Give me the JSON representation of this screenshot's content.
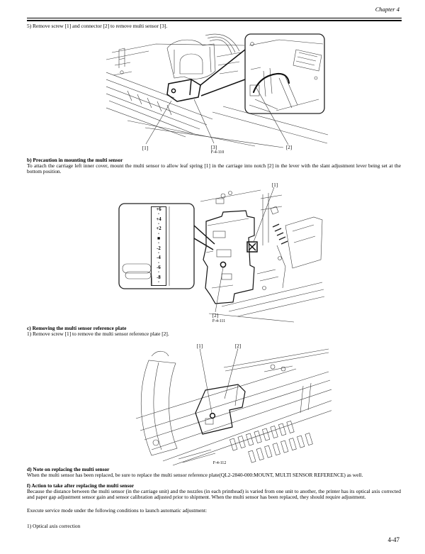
{
  "header": {
    "chapter": "Chapter 4"
  },
  "footer": {
    "page_number": "4-47"
  },
  "content": {
    "step5": "5) Remove screw [1] and connector [2] to remove multi sensor [3].",
    "section_b": {
      "heading": "b) Precaution in mounting the multi sensor",
      "body": "To attach the carriage left inner cover, mount the multi sensor to allow leaf spring [1] in the carriage into notch [2] in the lever with the slant adjustment lever being set at the bottom position."
    },
    "section_c": {
      "heading": "c) Removing the multi sensor reference plate",
      "body": "1) Remove screw [1] to remove the multi sensor reference plate [2]."
    },
    "section_d": {
      "heading": "d) Note on replacing the multi sensor",
      "body": "When the multi sensor has been replaced, be sure to replace the multi sensor reference plate(QL2-2840-000:MOUNT, MULTI SENSOR REFERENCE) as well."
    },
    "section_f": {
      "heading": "f) Action to take after replacing the multi sensor",
      "body": "Because the distance between the multi sensor (in the carriage unit) and the nozzles (in each printhead) is varied from one unit to another, the printer has its optical axis corrected and paper gap adjustment sensor gain and sensor calibration adjusted prior to shipment. When the multi sensor has been replaced, they should require adjustment.",
      "execute": "Execute service mode under the following conditions to launch automatic adjustment:",
      "item1": "1) Optical axis correction"
    }
  },
  "figures": {
    "f110": {
      "caption": "F-4-110",
      "label1": "[1]",
      "label2": "[2]",
      "label3": "[3]"
    },
    "f111": {
      "caption": "F-4-111",
      "label1": "[1]",
      "label2": "[2]",
      "scale_items": [
        "+6",
        "•",
        "+4",
        "•",
        "+2",
        "•",
        "■",
        "•",
        "-2",
        "•",
        "-4",
        "•",
        "-6",
        "•",
        "-8",
        "•"
      ]
    },
    "f112": {
      "caption": "F-4-112",
      "label1": "[1]",
      "label2": "[2]"
    }
  }
}
